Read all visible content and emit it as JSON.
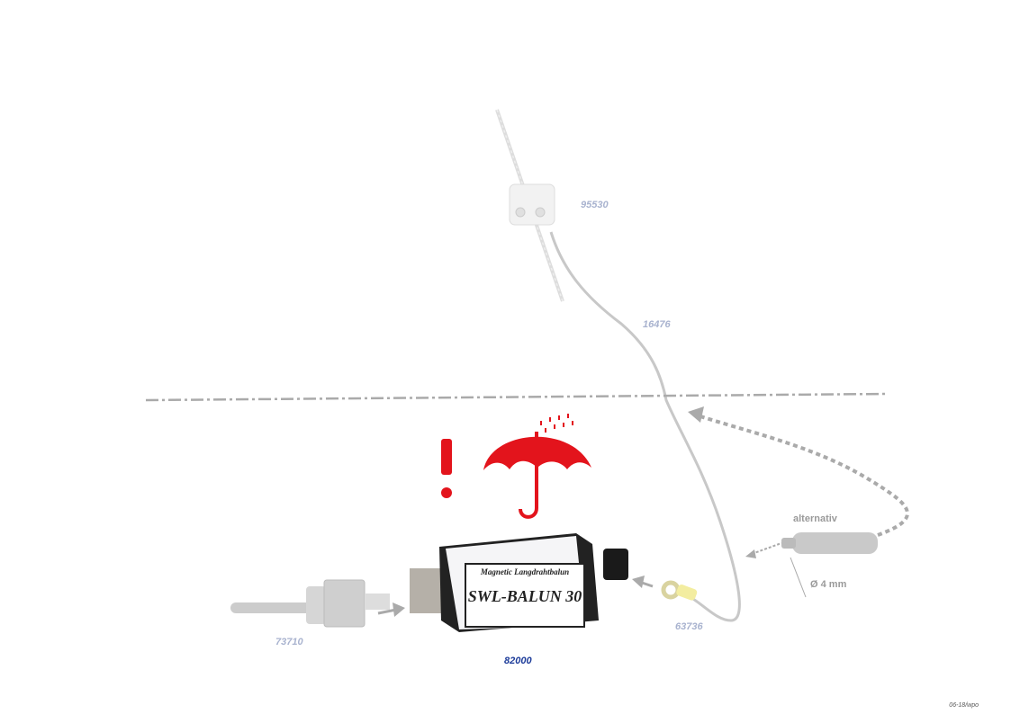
{
  "parts": {
    "insulator": "95530",
    "wire": "16476",
    "ring_terminal": "63736",
    "pl_connector": "73710",
    "balun": "82000"
  },
  "balun": {
    "subtitle": "Magnetic Langdrahtbalun",
    "name": "SWL-BALUN 30"
  },
  "alternative": {
    "label": "alternativ",
    "diameter": "Ø 4 mm"
  },
  "footer": "06-18/wpo",
  "colors": {
    "warning": "#e3141c",
    "part_number": "#a9b3cf",
    "main_part_number": "#1d3c9a",
    "arrow": "#aaaaaa"
  },
  "icons": [
    "exclamation-icon",
    "umbrella-rain-icon"
  ]
}
